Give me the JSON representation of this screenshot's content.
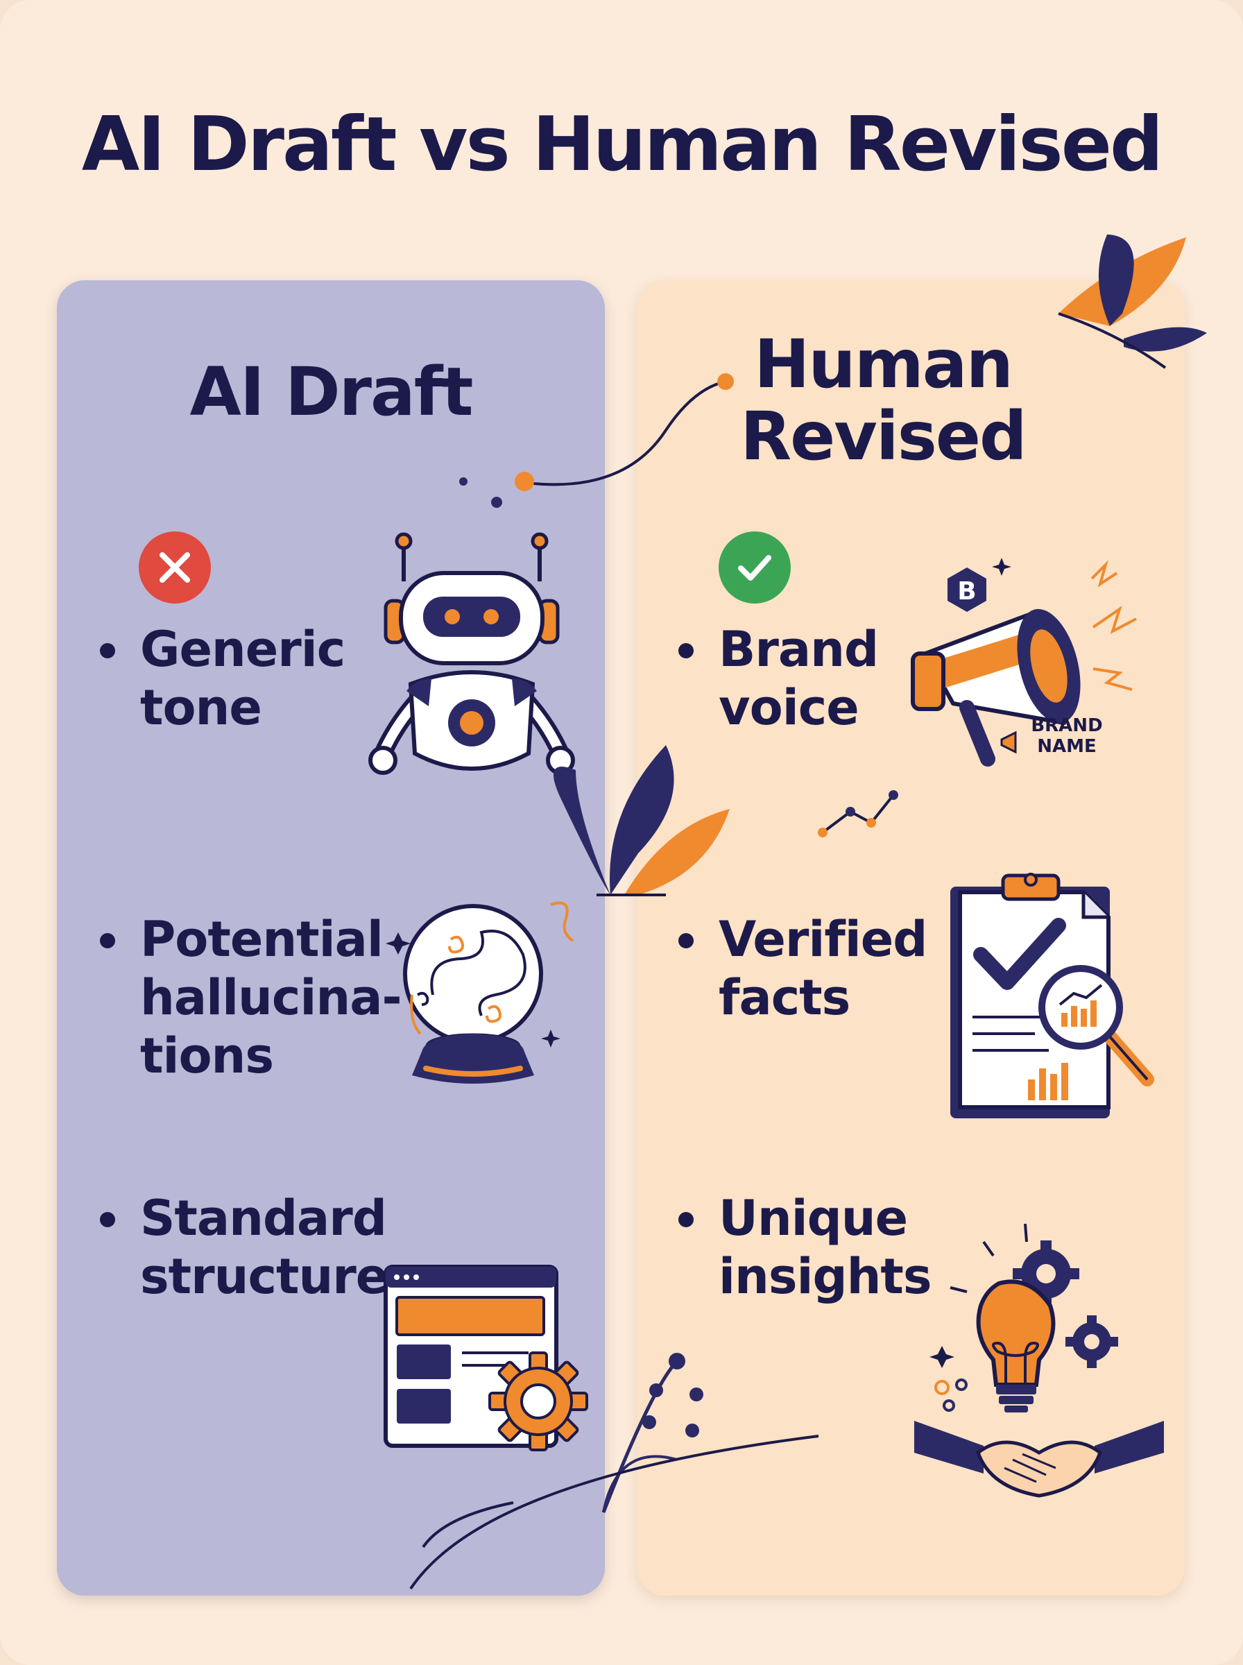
{
  "title": "AI Draft vs Human Revised",
  "colors": {
    "navy": "#1c1a4a",
    "orange": "#f08a2e",
    "lavender_panel": "#b9b8d6",
    "peach_panel": "#fce2c6",
    "background": "#fcebda",
    "cross_red": "#e04a3f",
    "check_green": "#3ba555"
  },
  "left": {
    "heading": "AI Draft",
    "status_icon": "cross-icon",
    "items": [
      {
        "text": "Generic\ntone",
        "icon": "robot-icon"
      },
      {
        "text": "Potential\nhallucina-\ntions",
        "icon": "crystal-ball-icon"
      },
      {
        "text": "Standard\nstructure",
        "icon": "template-window-gear-icon"
      }
    ]
  },
  "right": {
    "heading": "Human\nRevised",
    "status_icon": "check-icon",
    "items": [
      {
        "text": "Brand\nvoice",
        "icon": "megaphone-icon"
      },
      {
        "text": "Verified\nfacts",
        "icon": "clipboard-check-magnifier-icon"
      },
      {
        "text": "Unique\ninsights",
        "icon": "lightbulb-handshake-icon"
      }
    ],
    "brand_label_line1": "BRAND",
    "brand_label_line2": "NAME"
  }
}
